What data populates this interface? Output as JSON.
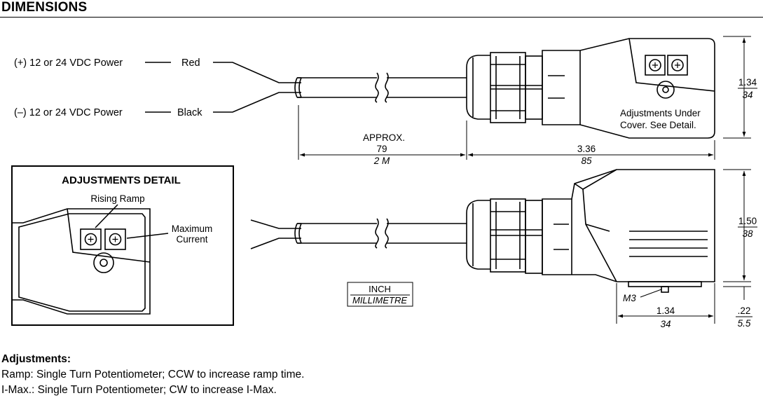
{
  "header": {
    "title": "DIMENSIONS"
  },
  "wiring": {
    "pos_label": "(+) 12 or 24 VDC Power",
    "pos_color": "Red",
    "neg_label": "(–) 12 or 24 VDC Power",
    "neg_color": "Black"
  },
  "top_view": {
    "cover_note_line1": "Adjustments Under",
    "cover_note_line2": "Cover. See Detail.",
    "cable_length_label": "APPROX.",
    "cable_length_in": "79",
    "cable_length_mm": "2 M",
    "body_length_in": "3.36",
    "body_length_mm": "85",
    "height_in": "1.34",
    "height_mm": "34"
  },
  "side_view": {
    "height_in": "1.50",
    "height_mm": "38",
    "screw_label": "M3",
    "width_in": "1.34",
    "width_mm": "34",
    "offset_in": ".22",
    "offset_mm": "5.5"
  },
  "units_box": {
    "top": "INCH",
    "bottom": "MILLIMETRE"
  },
  "detail": {
    "title": "ADJUSTMENTS DETAIL",
    "rising_ramp": "Rising Ramp",
    "max_current_line1": "Maximum",
    "max_current_line2": "Current"
  },
  "notes": {
    "heading": "Adjustments:",
    "line1": "Ramp: Single Turn Potentiometer; CCW to increase ramp time.",
    "line2": "I-Max.: Single Turn Potentiometer; CW to increase I-Max."
  }
}
